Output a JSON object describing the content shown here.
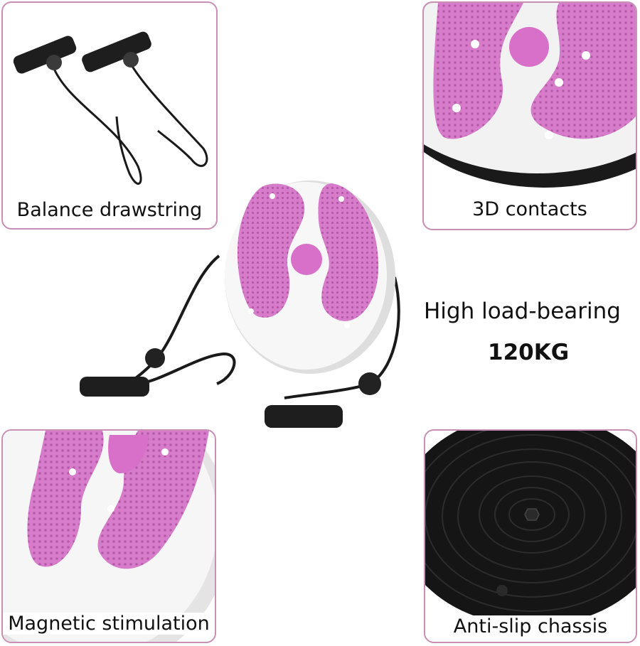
{
  "features": {
    "balance": {
      "caption": "Balance drawstring",
      "icon": "resistance-band-handles-icon"
    },
    "contacts": {
      "caption": "3D contacts",
      "icon": "massage-contacts-icon"
    },
    "magnetic": {
      "caption": "Magnetic stimulation",
      "icon": "magnetic-plate-icon"
    },
    "antislip": {
      "caption": "Anti-slip chassis",
      "icon": "anti-slip-base-icon"
    }
  },
  "load": {
    "label": "High load-bearing",
    "value": "120KG"
  },
  "colors": {
    "accent": "#d86fc9",
    "frame": "#c98fb4",
    "handle": "#1e1e1e",
    "base": "#151515"
  }
}
